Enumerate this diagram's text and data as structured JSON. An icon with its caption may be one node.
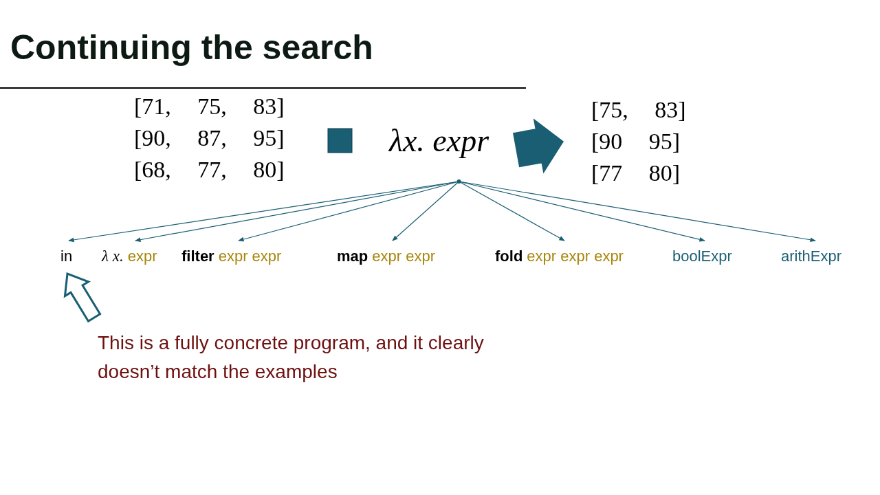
{
  "diagram": {
    "title": "Continuing the search",
    "nodes": [
      {
        "text": [
          "λx. expr"
        ]
      },
      {
        "text": [
          "in"
        ]
      },
      {
        "text": [
          "λ x.",
          "expr"
        ]
      },
      {
        "text": [
          "filter",
          "expr expr"
        ]
      },
      {
        "text": [
          "map",
          "expr expr"
        ]
      },
      {
        "text": [
          "fold",
          "expr expr expr"
        ]
      },
      {
        "text": [
          "boolExpr"
        ]
      },
      {
        "text": [
          "arithExpr"
        ]
      },
      {
        "text": [
          "[75, 83]",
          "[90 95]",
          "[77 80]"
        ]
      },
      {
        "text": [
          "This is a fully concrete program, and it clearly doesn’t match the examples"
        ]
      }
    ],
    "edges": [
      {
        "from": 0,
        "to": 1,
        "arrow": "to"
      },
      {
        "from": 0,
        "to": 2,
        "arrow": "to"
      },
      {
        "from": 0,
        "to": 3,
        "arrow": "to"
      },
      {
        "from": 0,
        "to": 4,
        "arrow": "to"
      },
      {
        "from": 0,
        "to": 5,
        "arrow": "to"
      },
      {
        "from": 0,
        "to": 6,
        "arrow": "to"
      },
      {
        "from": 0,
        "to": 7,
        "arrow": "to"
      },
      {
        "from": 0,
        "to": 8,
        "arrow": "to",
        "style": "thick"
      },
      {
        "from": 9,
        "to": 1,
        "arrow": "to",
        "style": "thick"
      }
    ],
    "labels": [
      "[71, 75, 83]",
      "[90, 87, 95]",
      "[68, 77, 80]"
    ]
  }
}
